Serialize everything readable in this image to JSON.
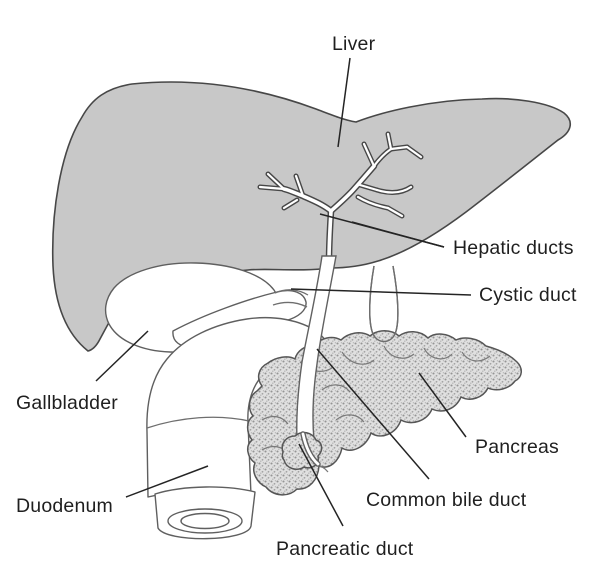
{
  "figure": {
    "type": "anatomical-diagram",
    "subject": "Biliary system: liver, gallbladder, pancreas, duodenum and bile ducts",
    "background_color": "#ffffff",
    "colors": {
      "liver_fill": "#c8c8c8",
      "organ_outline": "#5f5f5f",
      "pancreas_texture_base": "#e0e0e0",
      "label_text": "#1f1f1f",
      "leader_line": "#242424"
    },
    "labels": {
      "liver": "Liver",
      "hepatic_ducts": "Hepatic ducts",
      "cystic_duct": "Cystic duct",
      "gallbladder": "Gallbladder",
      "pancreas": "Pancreas",
      "duodenum": "Duodenum",
      "common_bile_duct": "Common bile duct",
      "pancreatic_duct": "Pancreatic duct"
    }
  }
}
